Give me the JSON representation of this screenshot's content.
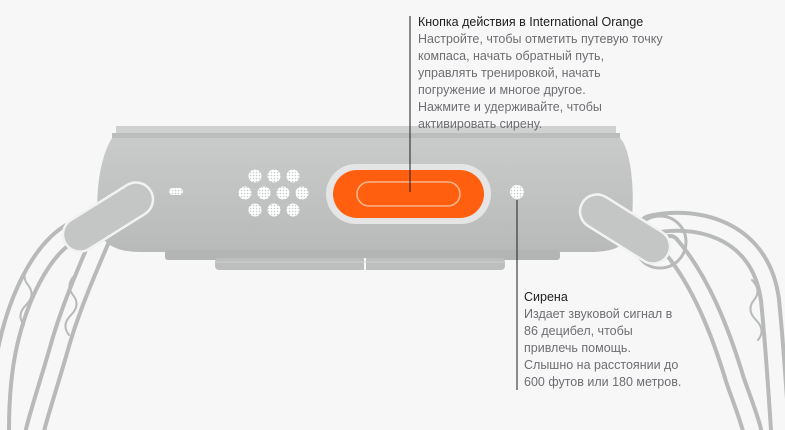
{
  "colors": {
    "background": "#f7f7f7",
    "case": "#c2c4c3",
    "case_dark": "#aeb0af",
    "action_button": "#ff5f0f",
    "leader_line": "#1d1d1f"
  },
  "callouts": {
    "action_button": {
      "title": "Кнопка действия в International Orange",
      "lines": [
        "Настройте, чтобы отметить путевую точку",
        "компаса, начать обратный путь,",
        "управлять тренировкой, начать",
        "погружение и многое другое.",
        "Нажмите и удерживайте, чтобы",
        "активировать сирену."
      ]
    },
    "siren": {
      "title": "Сирена",
      "lines": [
        "Издает звуковой сигнал в",
        "86 децибел, чтобы",
        "привлечь помощь.",
        "Слышно на расстоянии до",
        "600 футов или 180 метров."
      ]
    }
  }
}
